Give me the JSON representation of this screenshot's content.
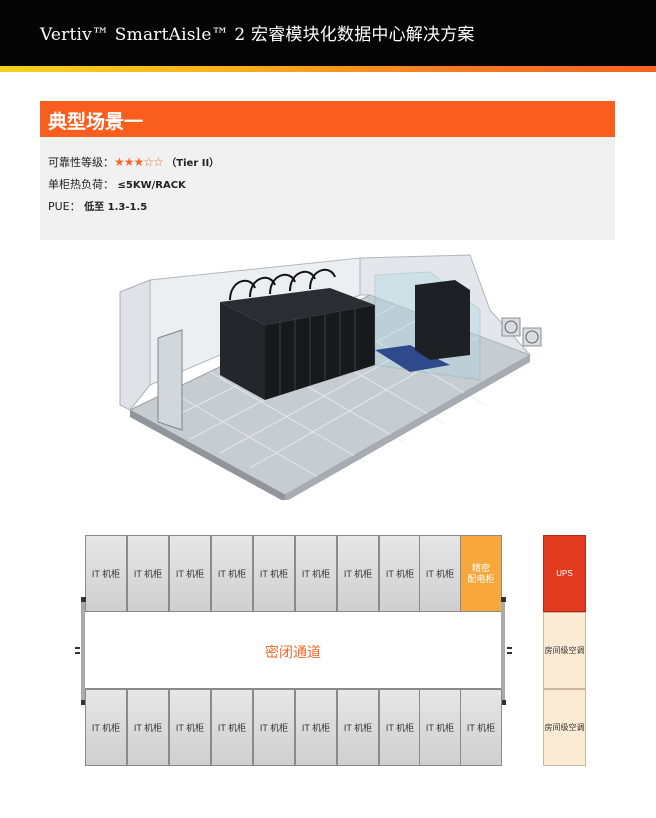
{
  "header": {
    "title": "Vertiv™ SmartAisle™ 2 宏睿模块化数据中心解决方案"
  },
  "scenario": {
    "title": "典型场景一",
    "reliability_label": "可靠性等级：",
    "stars": "★★★☆☆",
    "tier": "（Tier II）",
    "load_label": "单柜热负荷：",
    "load_value": "≤5KW/RACK",
    "pue_label": "PUE：",
    "pue_value": "低至 1.3-1.5"
  },
  "illustration": {
    "icon": "datacenter-3d-illustration"
  },
  "floorplan": {
    "top_row": [
      "IT 机柜",
      "IT 机柜",
      "IT 机柜",
      "IT 机柜",
      "IT 机柜",
      "IT 机柜",
      "IT 机柜",
      "IT 机柜",
      "IT 机柜"
    ],
    "top_special": "精密\n配电柜",
    "aisle_label": "密闭通道",
    "bottom_row": [
      "IT 机柜",
      "IT 机柜",
      "IT 机柜",
      "IT 机柜",
      "IT 机柜",
      "IT 机柜",
      "IT 机柜",
      "IT 机柜",
      "IT 机柜",
      "IT 机柜"
    ],
    "ups_label": "UPS",
    "crac_labels": [
      "房间级空调",
      "房间级空调"
    ]
  },
  "colors": {
    "accent": "#fa5e1e",
    "stars": "#f26a2c",
    "ups": "#e23a1f",
    "pdu": "#f7a73b"
  }
}
